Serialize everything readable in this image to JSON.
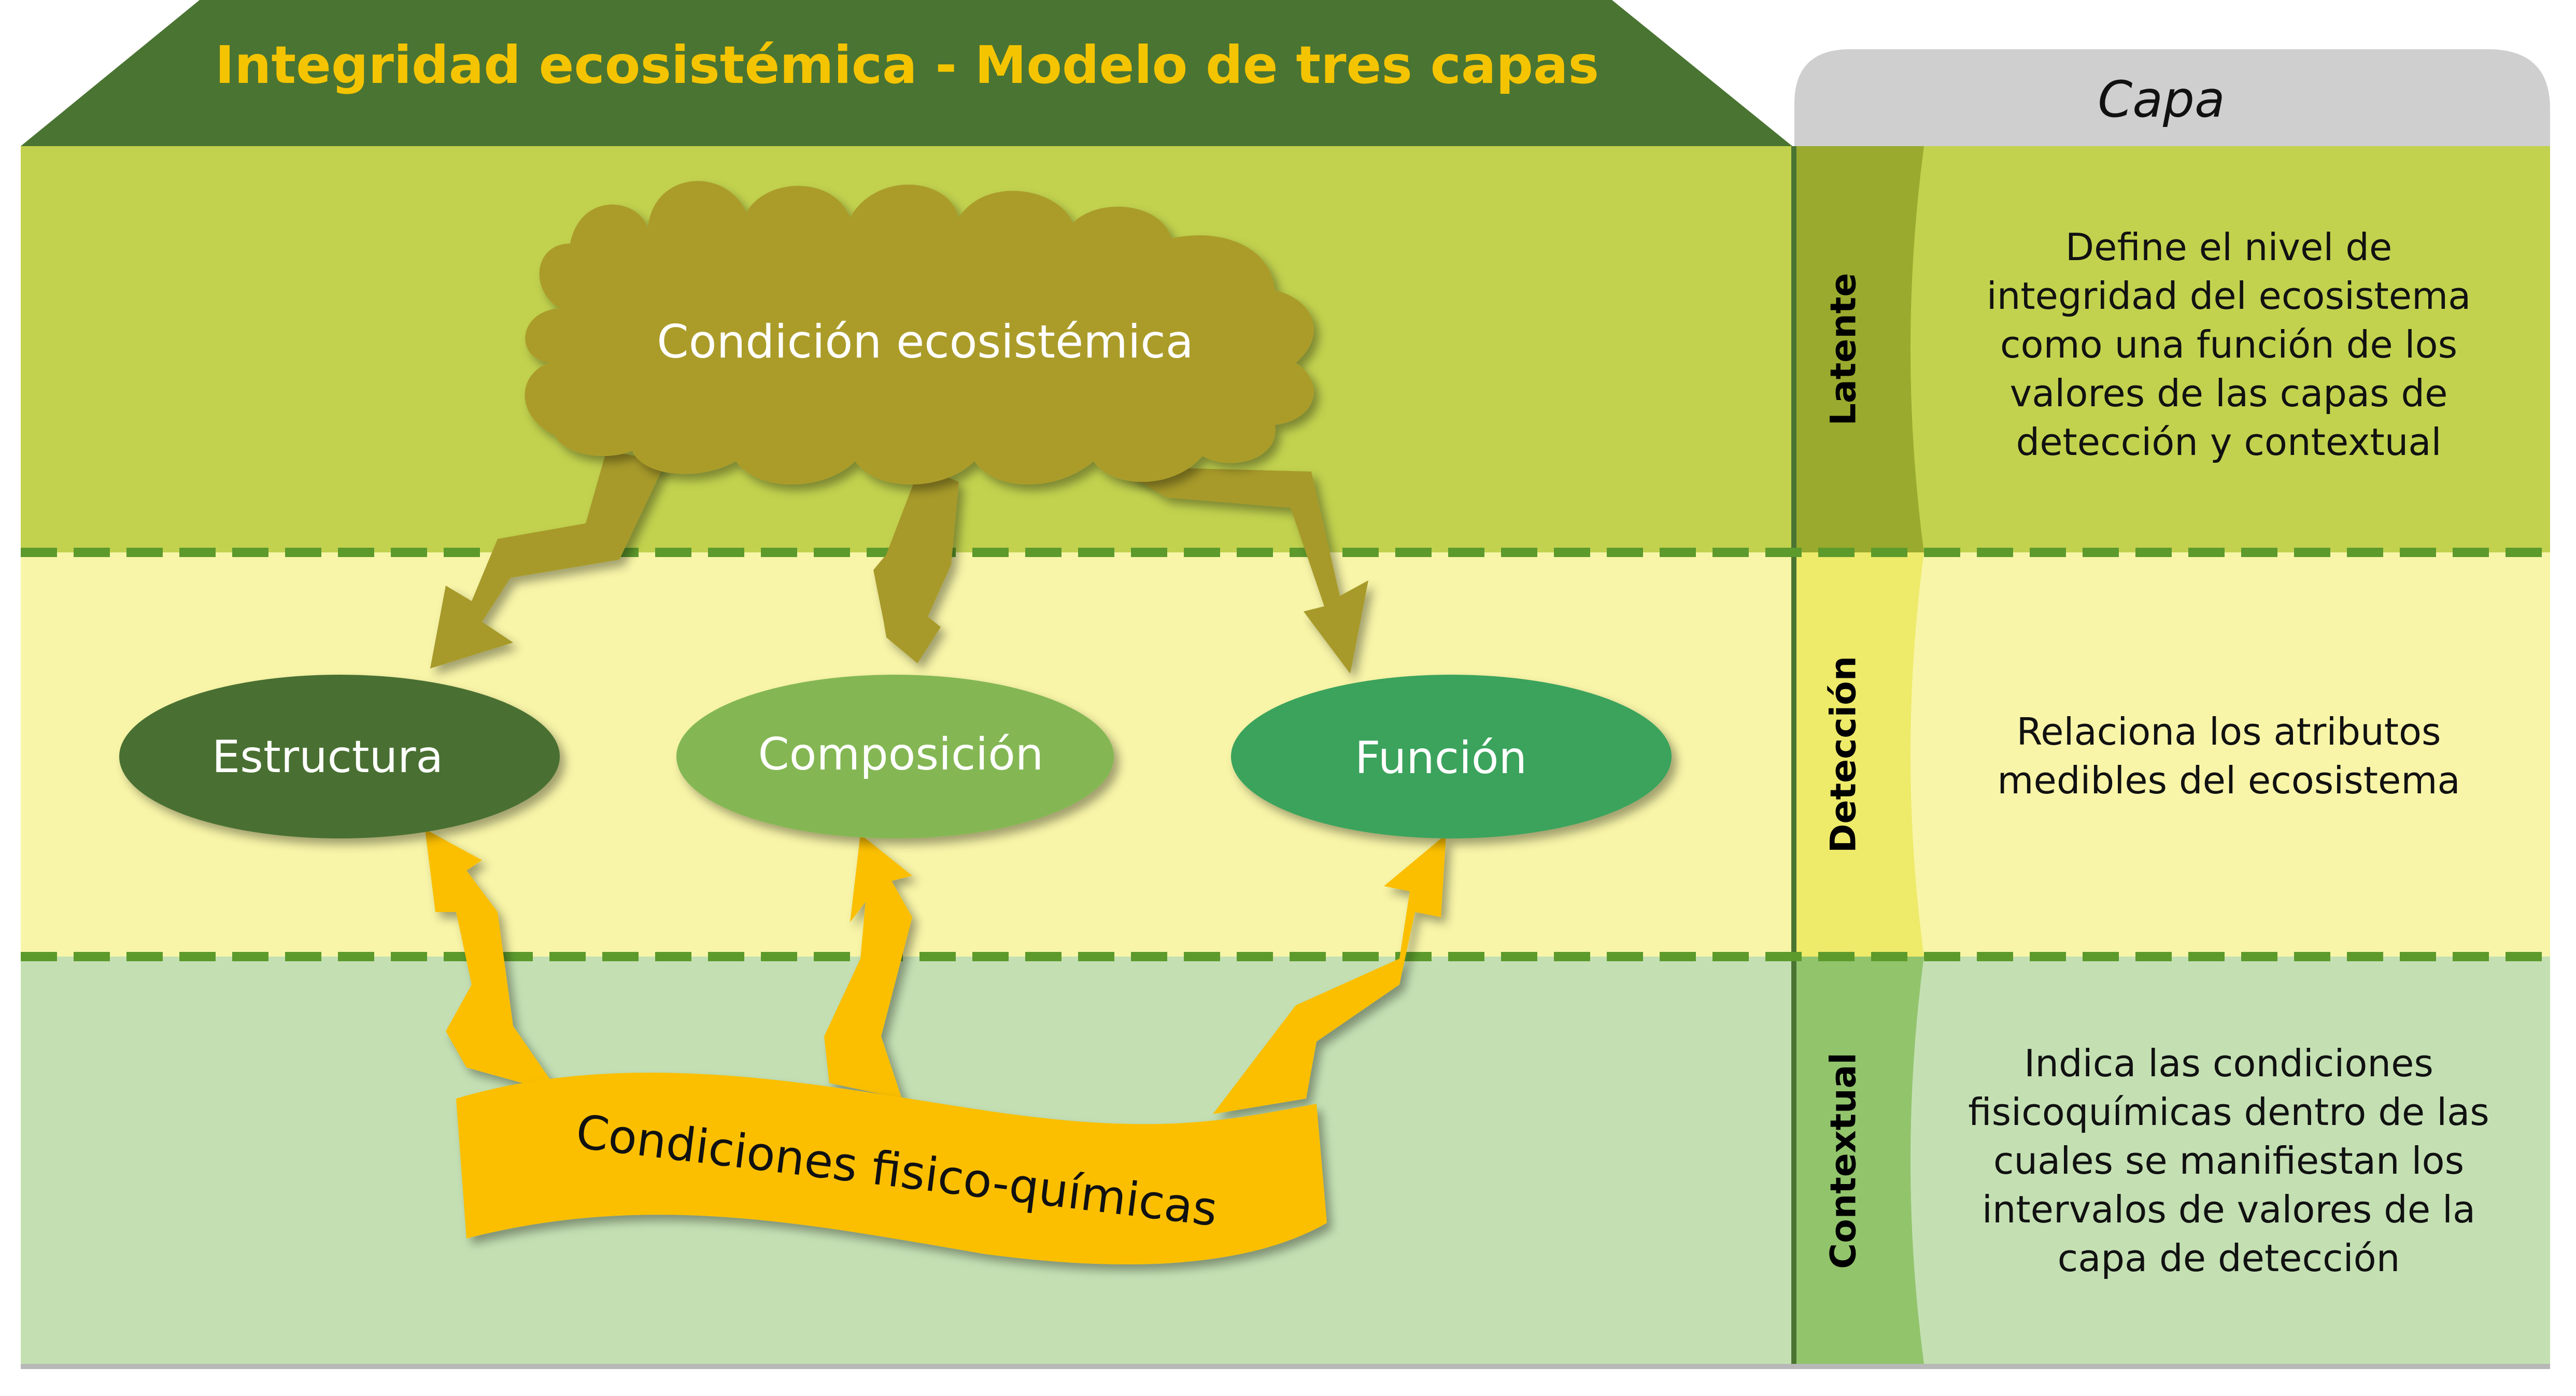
{
  "title": "Integridad ecosistémica - Modelo de tres capas",
  "header_right": "Capa",
  "cloud": {
    "label": "Condición ecosistémica"
  },
  "nodes": [
    {
      "id": "estructura",
      "label": "Estructura",
      "color": "#4a7030"
    },
    {
      "id": "composicion",
      "label": "Composición",
      "color": "#84b752"
    },
    {
      "id": "funcion",
      "label": "Función",
      "color": "#3ba35b"
    }
  ],
  "banner": {
    "label": "Condiciones fisico-químicas"
  },
  "layers": [
    {
      "name": "Latente",
      "description": [
        "Define el nivel de",
        "integridad del ecosistema",
        "como una función de los",
        "valores de las capas de",
        "detección y contextual"
      ],
      "band_color": "#c2d24e",
      "tab_color": "#9aaa2e"
    },
    {
      "name": "Detección",
      "description": [
        "Relaciona los atributos",
        "medibles del ecosistema"
      ],
      "band_color": "#f8f5a8",
      "tab_color": "#eeea6a"
    },
    {
      "name": "Contextual",
      "description": [
        "Indica las condiciones",
        "fisicoquímicas dentro de las",
        "cuales se manifiestan los",
        "intervalos de valores de la",
        "capa de detección"
      ],
      "band_color": "#c4e0b3",
      "tab_color": "#92c46c"
    }
  ],
  "colors": {
    "roof": "#4a7432",
    "title": "#f5c400",
    "divider": "#5c9a2c",
    "cloud": "#ab9c2a",
    "yellow_arrows": "#fbbf00",
    "header_tab": "#cfcfcf"
  }
}
